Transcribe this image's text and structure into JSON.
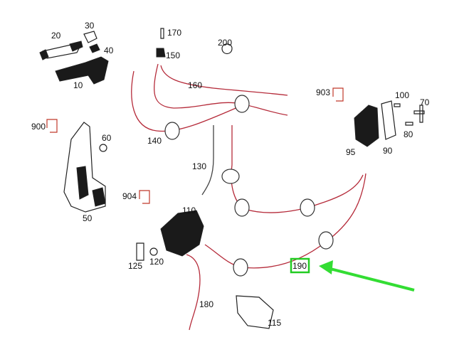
{
  "labels": {
    "p10": "10",
    "p20": "20",
    "p30": "30",
    "p40": "40",
    "p50": "50",
    "p60": "60",
    "p70": "70",
    "p80": "80",
    "p90": "90",
    "p95": "95",
    "p100": "100",
    "p110": "110",
    "p115": "115",
    "p120": "120",
    "p125": "125",
    "p130": "130",
    "p140": "140",
    "p150": "150",
    "p160": "160",
    "p170": "170",
    "p180": "180",
    "p190": "190",
    "p200": "200",
    "p900": "900",
    "p903": "903",
    "p904": "904"
  },
  "highlight": {
    "color": "#22cc22",
    "part": "190"
  },
  "colors": {
    "cable": "#b52b3a",
    "arrow": "#33dd33"
  }
}
